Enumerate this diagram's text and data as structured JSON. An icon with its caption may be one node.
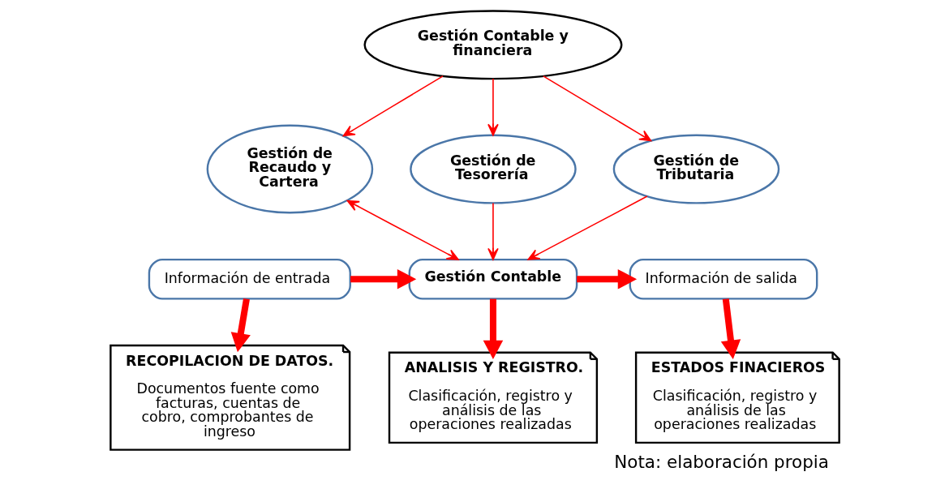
{
  "diagram": {
    "caption": "Nota: elaboración propia",
    "nodes": [
      {
        "text": [
          "Gestión Contable y financiera"
        ]
      },
      {
        "text": [
          "Gestión de Recaudo y Cartera"
        ]
      },
      {
        "text": [
          "Gestión de Tesorería"
        ]
      },
      {
        "text": [
          "Gestión de Tributaria"
        ]
      },
      {
        "text": [
          "Información de entrada"
        ]
      },
      {
        "text": [
          "Gestión Contable"
        ]
      },
      {
        "text": [
          "Información de salida"
        ]
      },
      {
        "text": [
          "RECOPILACION DE DATOS.",
          "Documentos fuente como facturas, cuentas de cobro, comprobantes de ingreso"
        ]
      },
      {
        "text": [
          "ANALISIS Y REGISTRO.",
          "Clasificación, registro y análisis de las operaciones realizadas"
        ]
      },
      {
        "text": [
          "ESTADOS FINACIEROS",
          "Clasificación, registro y análisis de las operaciones realizadas"
        ]
      }
    ],
    "edges": [
      {
        "from": 0,
        "to": 1,
        "arrow": "to"
      },
      {
        "from": 0,
        "to": 2,
        "arrow": "to"
      },
      {
        "from": 0,
        "to": 3,
        "arrow": "to"
      },
      {
        "from": 1,
        "to": 5,
        "arrow": "both"
      },
      {
        "from": 2,
        "to": 5,
        "arrow": "to"
      },
      {
        "from": 3,
        "to": 5,
        "arrow": "to"
      },
      {
        "from": 4,
        "to": 5,
        "arrow": "to",
        "style": "thick"
      },
      {
        "from": 5,
        "to": 6,
        "arrow": "to",
        "style": "thick"
      },
      {
        "from": 4,
        "to": 7,
        "arrow": "to",
        "style": "thick"
      },
      {
        "from": 5,
        "to": 8,
        "arrow": "to",
        "style": "thick"
      },
      {
        "from": 6,
        "to": 9,
        "arrow": "to",
        "style": "thick"
      }
    ]
  }
}
